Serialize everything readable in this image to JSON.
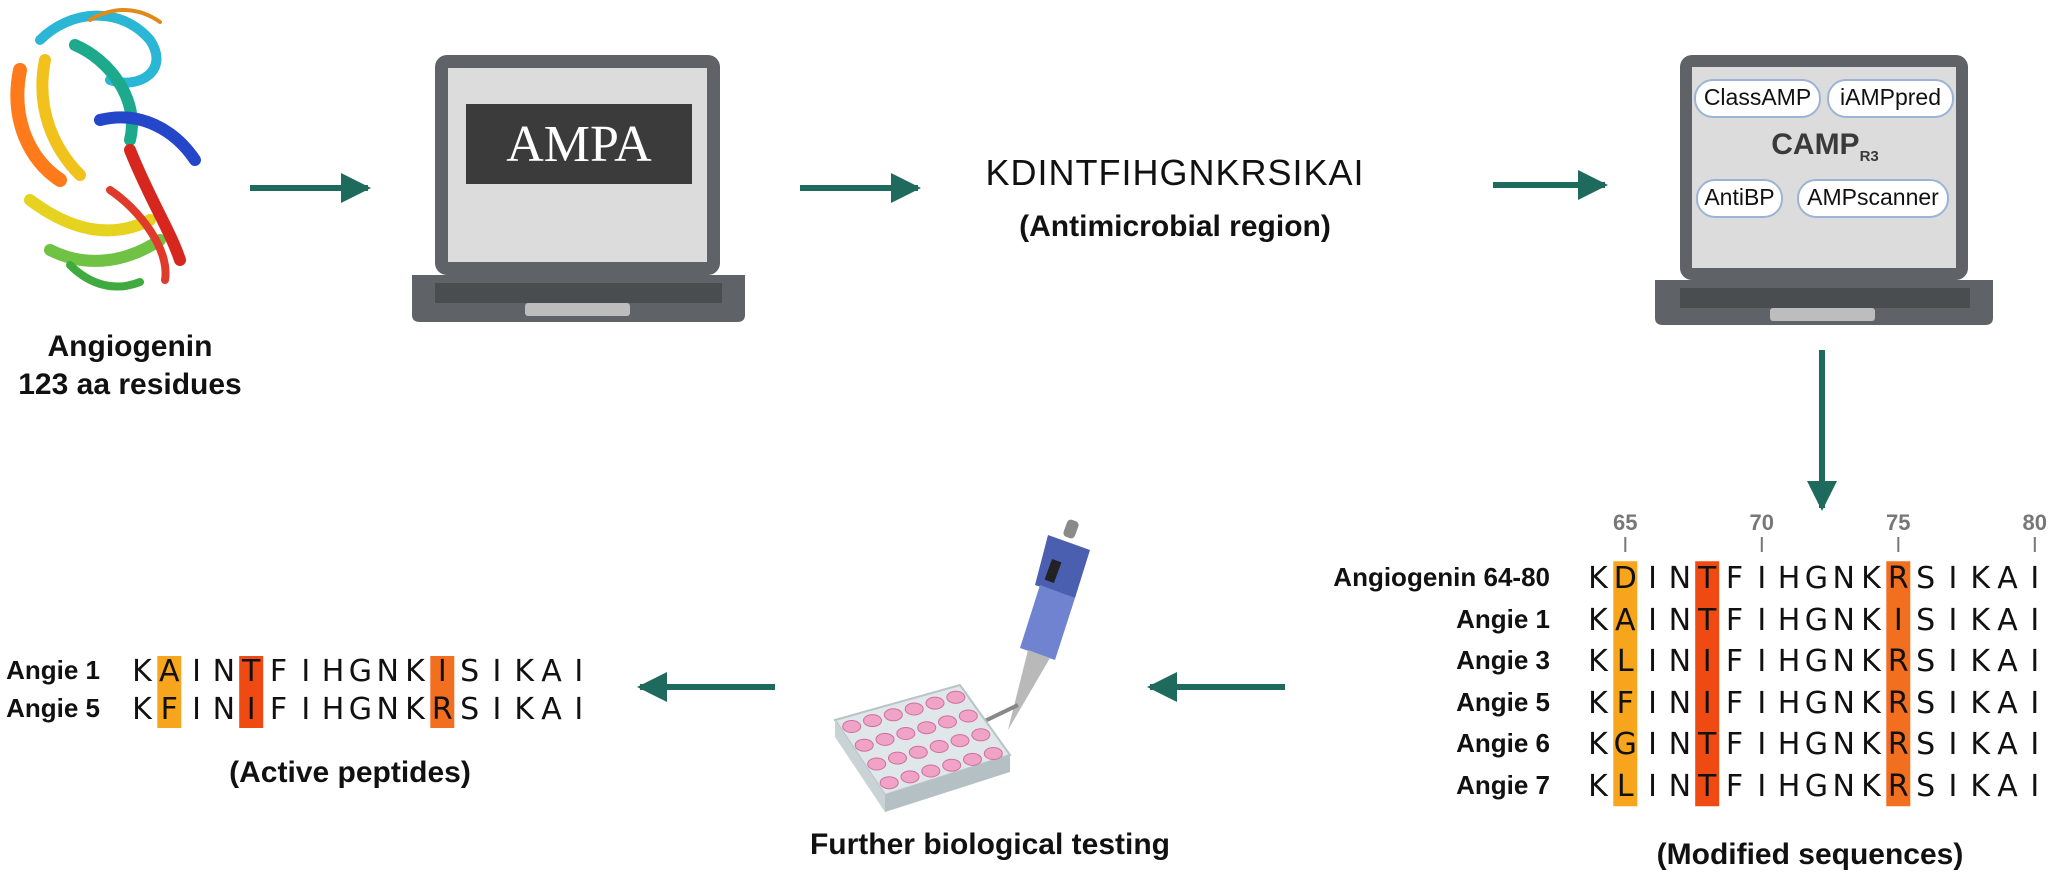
{
  "colors": {
    "arrow": "#1e6b5e",
    "mutation_orange": "#f7a51c",
    "mutation_red": "#ee4a12",
    "mutation_darkorange": "#f26f1f",
    "laptop_body": "#5f6367",
    "laptop_screen": "#dcdcdc",
    "ampa_box": "#3b3b3b"
  },
  "step1": {
    "name": "Angiogenin",
    "residues": "123 aa residues"
  },
  "step2": {
    "tool": "AMPA"
  },
  "step3": {
    "sequence": "KDINTFIHGNKRSIKAI",
    "caption": "(Antimicrobial region)"
  },
  "step4": {
    "tools": [
      "ClassAMP",
      "iAMPpred",
      "AntiBP",
      "AMPscanner"
    ],
    "center_main": "CAMP",
    "center_sub": "R3"
  },
  "modified": {
    "caption": "(Modified sequences)",
    "positions": [
      "65",
      "70",
      "75",
      "80"
    ],
    "rows": [
      {
        "label": "Angiogenin 64-80",
        "seq": "KDINTFIHGNKRSIKAI"
      },
      {
        "label": "Angie 1",
        "seq": "KAINTFIHGNKISIKAI"
      },
      {
        "label": "Angie 3",
        "seq": "KLINIFIHGNKRSIKAI"
      },
      {
        "label": "Angie 5",
        "seq": "KFINIFIHGNKRSIKAI"
      },
      {
        "label": "Angie 6",
        "seq": "KGINTFIHGNKRSIKAI"
      },
      {
        "label": "Angie 7",
        "seq": "KLINTFIHGNKRSIKAI"
      }
    ]
  },
  "testing": {
    "caption": "Further biological testing"
  },
  "active": {
    "caption": "(Active peptides)",
    "rows": [
      {
        "label": "Angie 1",
        "seq": "KAINTFIHGNKISIKAI"
      },
      {
        "label": "Angie 5",
        "seq": "KFINIFIHGNKRSIKAI"
      }
    ]
  }
}
